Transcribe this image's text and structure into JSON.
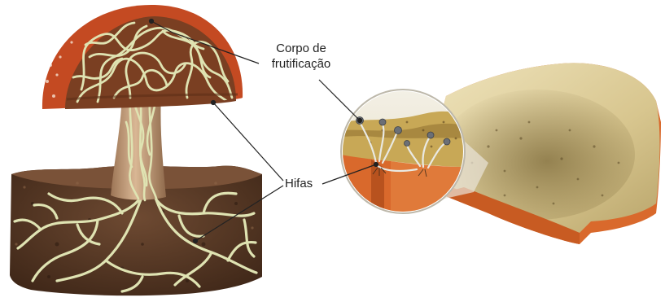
{
  "labels": {
    "fruiting_body_line1": "Corpo de",
    "fruiting_body_line2": "frutificação",
    "hyphae": "Hifas"
  },
  "colors": {
    "cap_red": "#c44a22",
    "cap_inner": "#7a3f22",
    "stem": "#b98e6a",
    "hyphae": "#dfe3b2",
    "soil": "#5b3a26",
    "bread_crust": "#d9692c",
    "bread_crumb": "#e6d8a8",
    "mold": "#8c7a45",
    "leader_line": "#222222"
  }
}
